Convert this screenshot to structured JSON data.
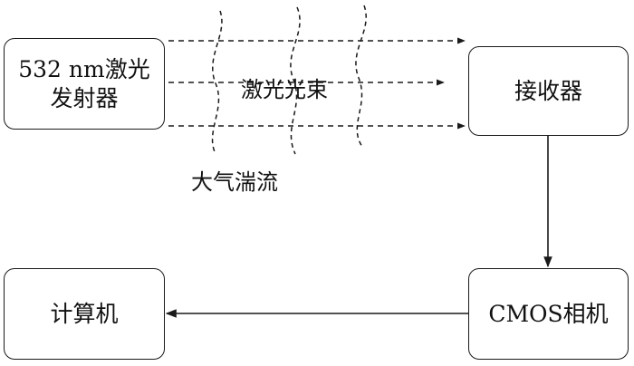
{
  "nodes": {
    "transmitter": {
      "line1": "532 nm激光",
      "line2": "发射器"
    },
    "receiver": {
      "label": "接收器"
    },
    "cmos_camera": {
      "label": "CMOS相机"
    },
    "computer": {
      "label": "计算机"
    }
  },
  "annotations": {
    "laser_beam": "激光光束",
    "turbulence": "大气湍流"
  },
  "colors": {
    "stroke": "#1a1a1a",
    "text": "#111111",
    "background": "#ffffff"
  }
}
